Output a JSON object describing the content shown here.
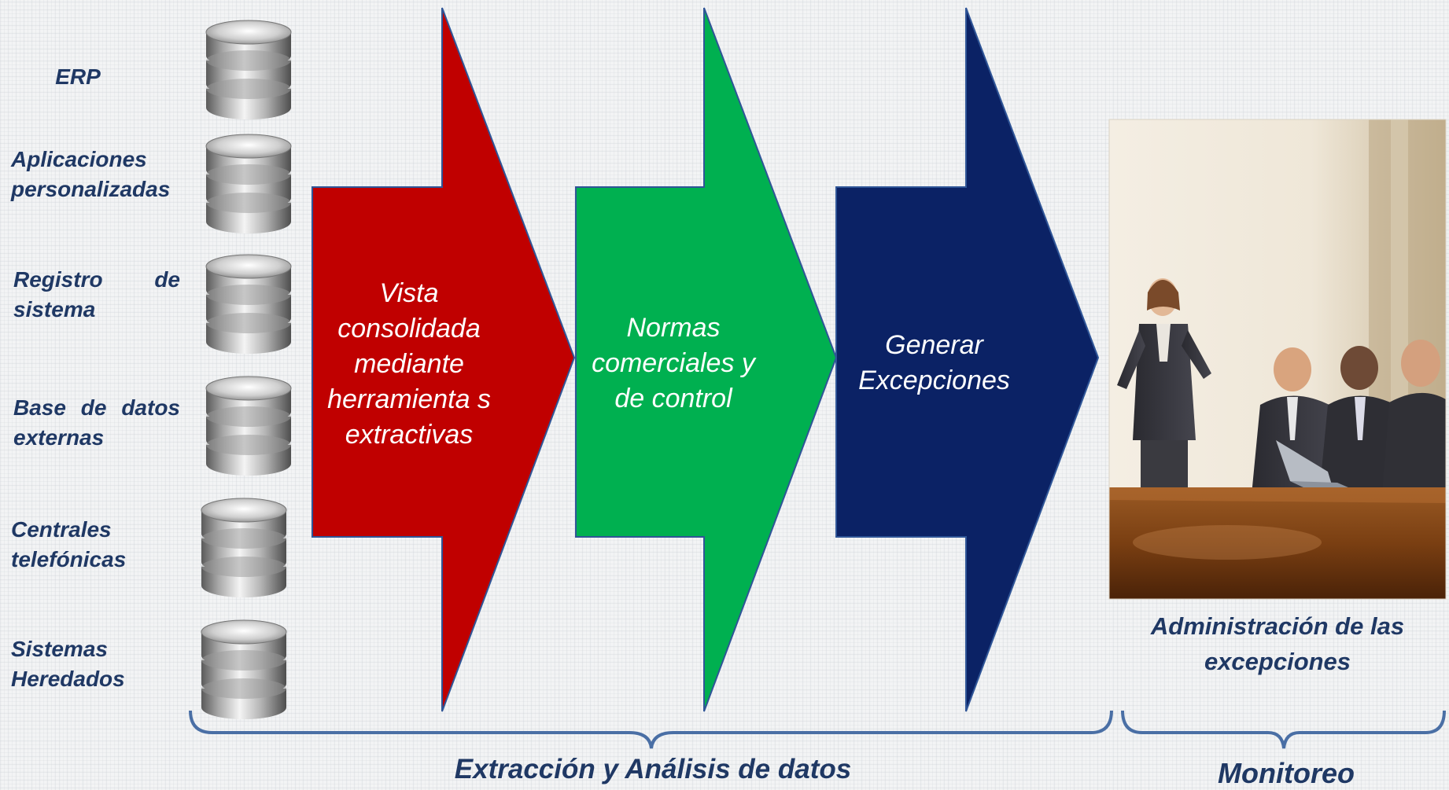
{
  "sources": [
    {
      "label": "ERP"
    },
    {
      "label": "Aplicaciones personalizadas"
    },
    {
      "label": "Registro de sistema"
    },
    {
      "label": "Base de datos externas"
    },
    {
      "label": "Centrales telefónicas"
    },
    {
      "label": "Sistemas Heredados"
    }
  ],
  "steps": [
    {
      "text": "Vista consolidada mediante herramienta s extractivas",
      "color": "#c00000"
    },
    {
      "text": "Normas comerciales y de control",
      "color": "#00b050"
    },
    {
      "text": "Generar Excepciones",
      "color": "#0b2265"
    }
  ],
  "photo": {
    "subject": "business-meeting-photo",
    "caption": "Administración de las excepciones"
  },
  "brackets": {
    "extraction_label": "Extracción y Análisis de datos",
    "monitoring_label": "Monitoreo",
    "color": "#4a6fa5"
  },
  "text_color": "#1f3864"
}
